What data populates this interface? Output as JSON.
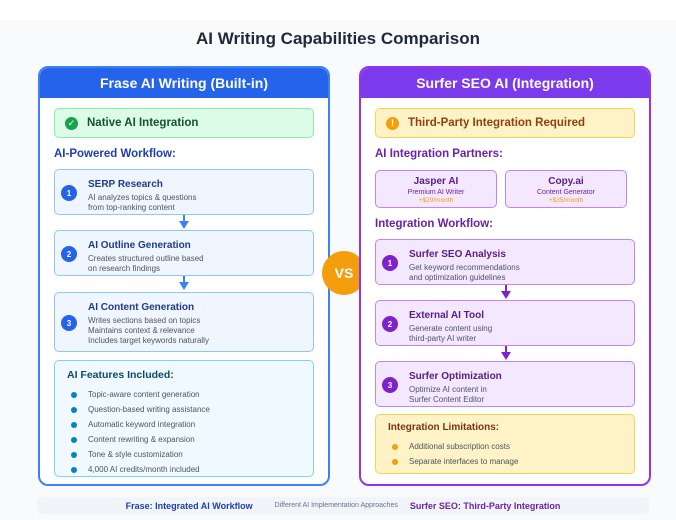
{
  "title": "AI Writing Capabilities Comparison",
  "vs_label": "VS",
  "left": {
    "header": "Frase AI Writing (Built-in)",
    "badge": {
      "icon": "check-circle-icon",
      "label": "Native AI Integration"
    },
    "workflow_label": "AI-Powered Workflow:",
    "steps": [
      {
        "num": "1",
        "title": "SERP Research",
        "desc": [
          "AI analyzes topics & questions",
          "from top-ranking content"
        ]
      },
      {
        "num": "2",
        "title": "AI Outline Generation",
        "desc": [
          "Creates structured outline based",
          "on research findings"
        ]
      },
      {
        "num": "3",
        "title": "AI Content Generation",
        "desc": [
          "Writes sections based on topics",
          "Maintains context & relevance",
          "Includes target keywords naturally"
        ]
      }
    ],
    "features": {
      "title": "AI Features Included:",
      "items": [
        "Topic-aware content generation",
        "Question-based writing assistance",
        "Automatic keyword integration",
        "Content rewriting & expansion",
        "Tone & style customization",
        "4,000 AI credits/month included"
      ]
    }
  },
  "right": {
    "header": "Surfer SEO AI (Integration)",
    "badge": {
      "icon": "warning-circle-icon",
      "label": "Third-Party Integration Required"
    },
    "partners_label": "AI Integration Partners:",
    "partners": [
      {
        "name": "Jasper AI",
        "desc": "Premium AI Writer",
        "price": "+$29/month"
      },
      {
        "name": "Copy.ai",
        "desc": "Content Generator",
        "price": "+$35/month"
      }
    ],
    "workflow_label": "Integration Workflow:",
    "steps": [
      {
        "num": "1",
        "title": "Surfer SEO Analysis",
        "desc": [
          "Get keyword recommendations",
          "and optimization guidelines"
        ]
      },
      {
        "num": "2",
        "title": "External AI Tool",
        "desc": [
          "Generate content using",
          "third-party AI writer"
        ]
      },
      {
        "num": "3",
        "title": "Surfer Optimization",
        "desc": [
          "Optimize AI content in",
          "Surfer Content Editor"
        ]
      }
    ],
    "limitations": {
      "title": "Integration Limitations:",
      "items": [
        "Additional subscription costs",
        "Separate interfaces to manage"
      ]
    }
  },
  "footer": {
    "left": "Frase: Integrated AI Workflow",
    "middle": "Different AI Implementation Approaches",
    "right": "Surfer SEO: Third-Party Integration"
  },
  "colors": {
    "frase_blue": "#2563eb",
    "surfer_purple": "#7c3aed",
    "vs_orange": "#f59e0b",
    "success_green": "#16a34a"
  }
}
